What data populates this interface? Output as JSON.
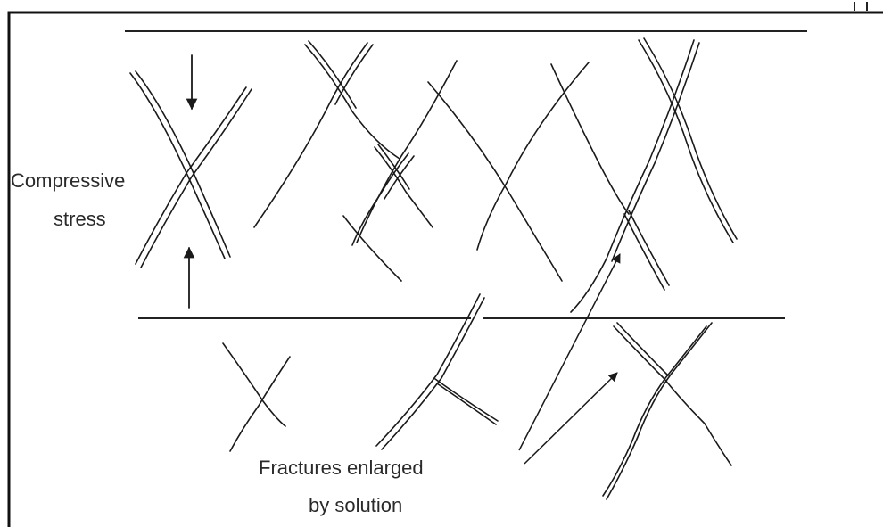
{
  "labels": {
    "compressive_line1": "Compressive",
    "compressive_line2": "stress",
    "fractures_line1": "Fractures enlarged",
    "fractures_line2": "by solution"
  },
  "colors": {
    "ink": "#1a1a1a",
    "background": "#ffffff"
  }
}
